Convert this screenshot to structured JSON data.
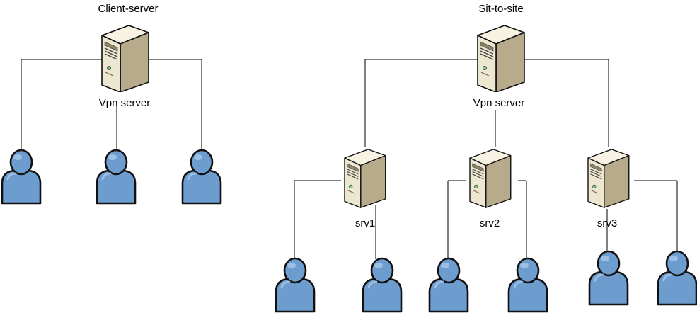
{
  "diagrams": [
    {
      "title": "Client-server",
      "server_label": "Vpn server"
    },
    {
      "title": "Sit-to-site",
      "server_label": "Vpn server",
      "sites": [
        {
          "label": "srv1"
        },
        {
          "label": "srv2"
        },
        {
          "label": "srv3"
        }
      ]
    }
  ],
  "icons": {
    "server": "server-icon",
    "user": "user-icon"
  },
  "colors": {
    "server_body": "#ede6d0",
    "server_side": "#b7ab8c",
    "server_top": "#f7f2e2",
    "user_fill": "#6d9ccf",
    "user_outline": "#111111"
  }
}
